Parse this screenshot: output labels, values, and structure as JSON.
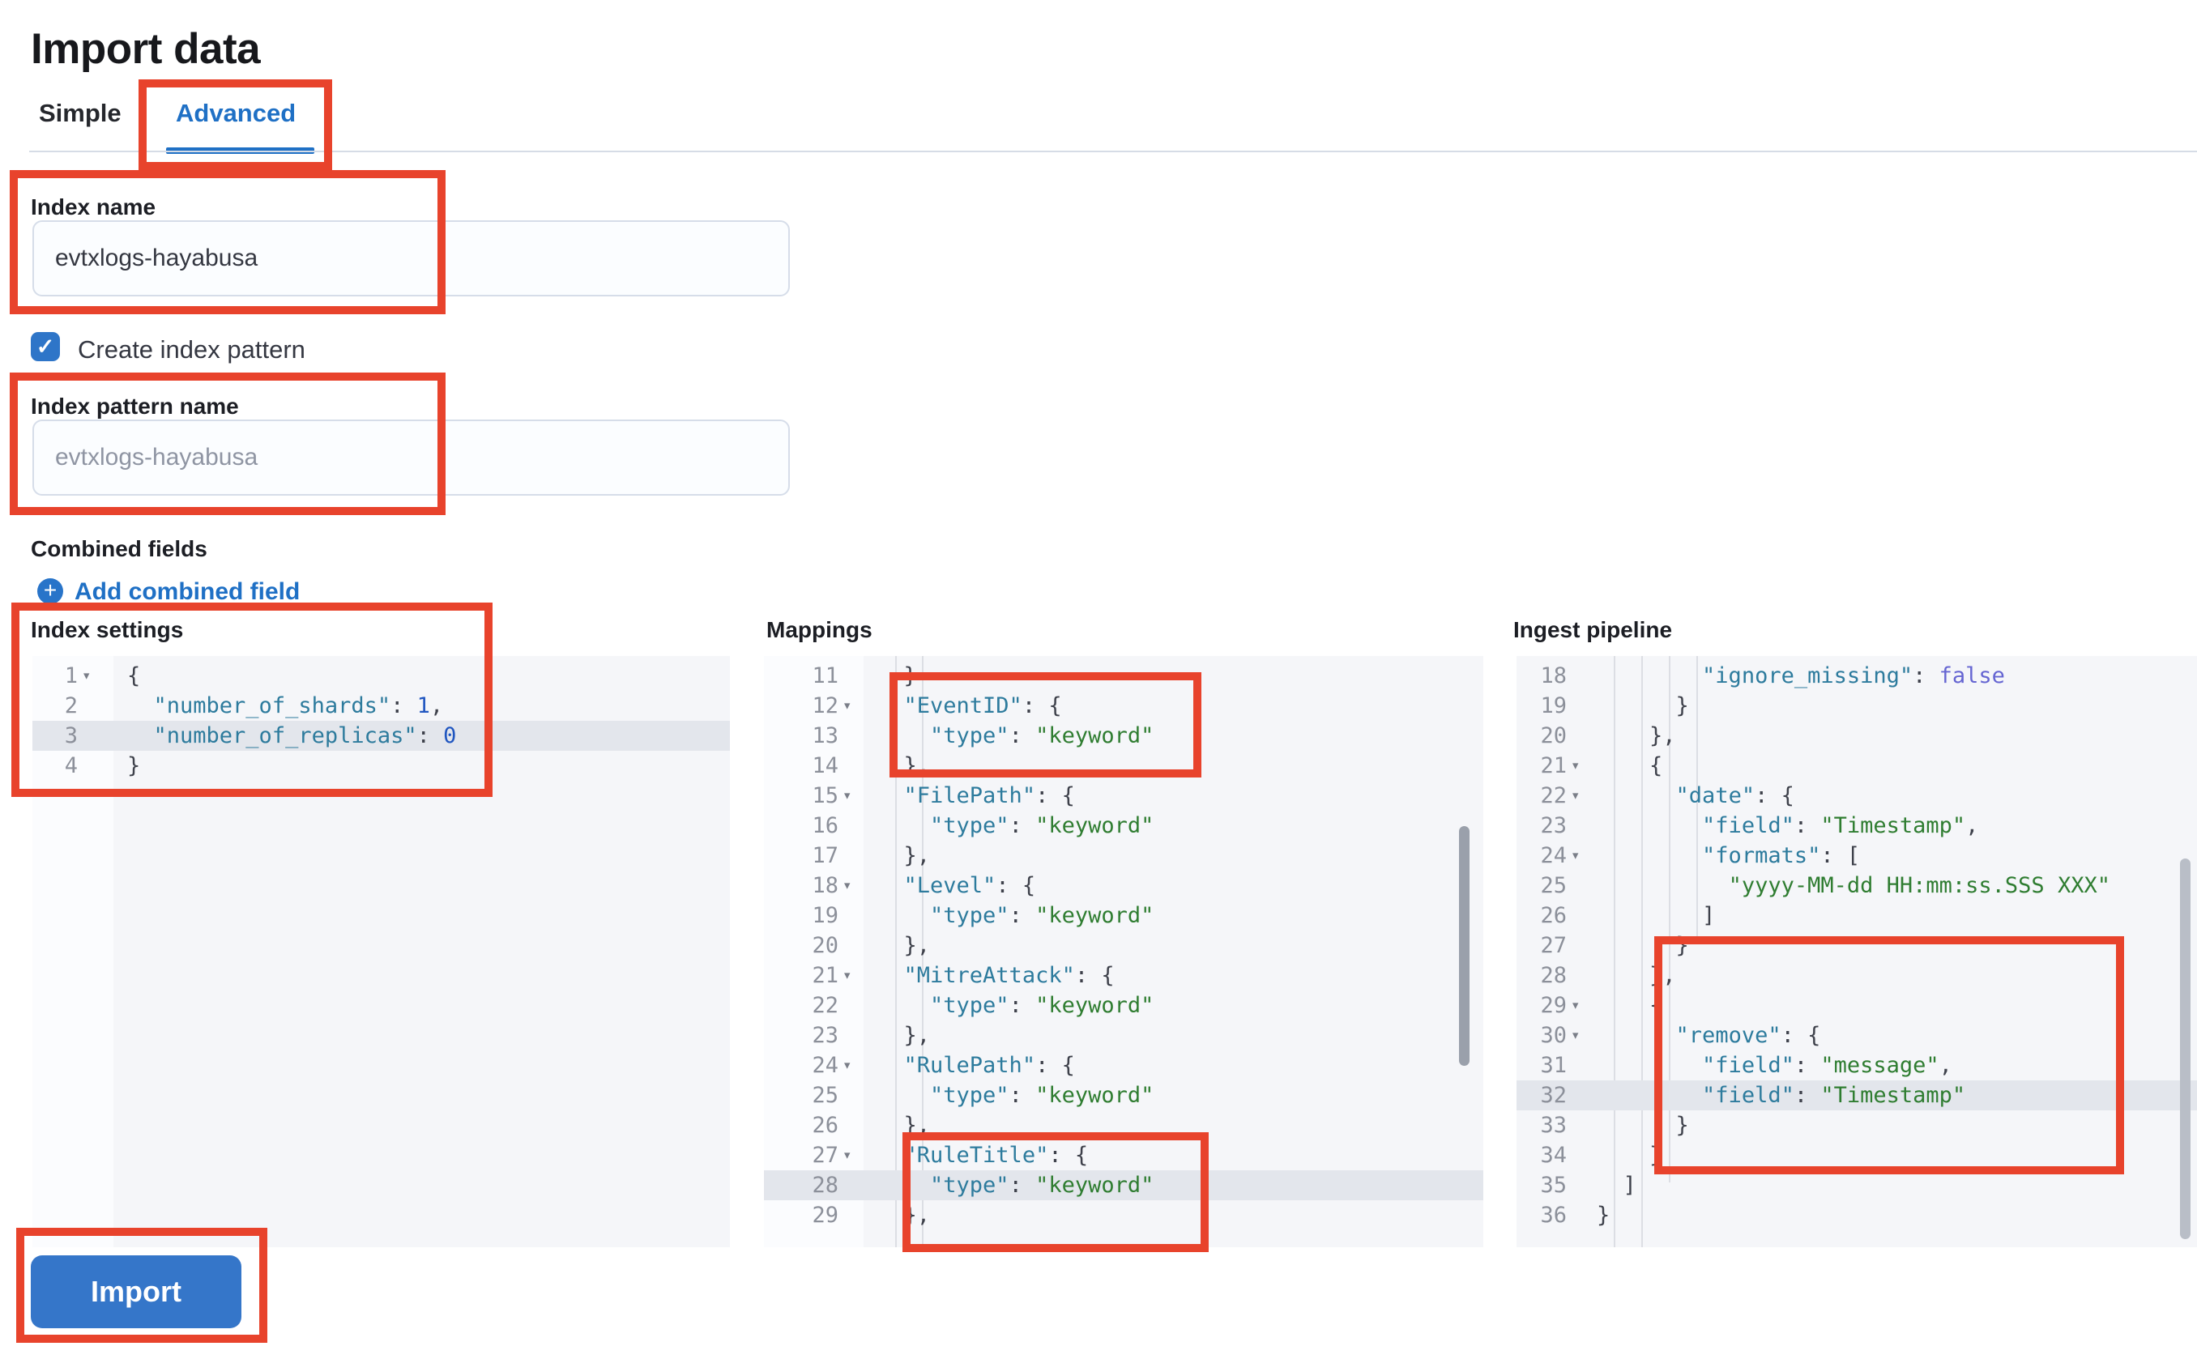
{
  "page": {
    "title": "Import data"
  },
  "tabs": [
    {
      "label": "Simple",
      "active": false
    },
    {
      "label": "Advanced",
      "active": true
    }
  ],
  "form": {
    "index_name": {
      "label": "Index name",
      "value": "evtxlogs-hayabusa"
    },
    "create_index_pattern": {
      "label": "Create index pattern",
      "checked": true,
      "check_glyph": "✓"
    },
    "index_pattern_name": {
      "label": "Index pattern name",
      "placeholder": "evtxlogs-hayabusa"
    },
    "combined_fields_label": "Combined fields",
    "add_combined_field_label": "Add combined field",
    "add_icon_glyph": "+"
  },
  "editors": {
    "index_settings": {
      "label": "Index settings",
      "active_line": 3,
      "lines": [
        {
          "n": 1,
          "fold": true,
          "text": "{"
        },
        {
          "n": 2,
          "fold": false,
          "text": "  \"number_of_shards\": 1,"
        },
        {
          "n": 3,
          "fold": false,
          "text": "  \"number_of_replicas\": 0"
        },
        {
          "n": 4,
          "fold": false,
          "text": "}"
        }
      ]
    },
    "mappings": {
      "label": "Mappings",
      "active_line": 28,
      "lines": [
        {
          "n": 11,
          "fold": false,
          "text": "  }"
        },
        {
          "n": 12,
          "fold": true,
          "text": "  \"EventID\": {"
        },
        {
          "n": 13,
          "fold": false,
          "text": "    \"type\": \"keyword\""
        },
        {
          "n": 14,
          "fold": false,
          "text": "  },"
        },
        {
          "n": 15,
          "fold": true,
          "text": "  \"FilePath\": {"
        },
        {
          "n": 16,
          "fold": false,
          "text": "    \"type\": \"keyword\""
        },
        {
          "n": 17,
          "fold": false,
          "text": "  },"
        },
        {
          "n": 18,
          "fold": true,
          "text": "  \"Level\": {"
        },
        {
          "n": 19,
          "fold": false,
          "text": "    \"type\": \"keyword\""
        },
        {
          "n": 20,
          "fold": false,
          "text": "  },"
        },
        {
          "n": 21,
          "fold": true,
          "text": "  \"MitreAttack\": {"
        },
        {
          "n": 22,
          "fold": false,
          "text": "    \"type\": \"keyword\""
        },
        {
          "n": 23,
          "fold": false,
          "text": "  },"
        },
        {
          "n": 24,
          "fold": true,
          "text": "  \"RulePath\": {"
        },
        {
          "n": 25,
          "fold": false,
          "text": "    \"type\": \"keyword\""
        },
        {
          "n": 26,
          "fold": false,
          "text": "  },"
        },
        {
          "n": 27,
          "fold": true,
          "text": "  \"RuleTitle\": {"
        },
        {
          "n": 28,
          "fold": false,
          "text": "    \"type\": \"keyword\""
        },
        {
          "n": 29,
          "fold": false,
          "text": "  },"
        }
      ]
    },
    "ingest_pipeline": {
      "label": "Ingest pipeline",
      "active_line": 32,
      "lines": [
        {
          "n": 18,
          "fold": false,
          "text": "        \"ignore_missing\": false"
        },
        {
          "n": 19,
          "fold": false,
          "text": "      }"
        },
        {
          "n": 20,
          "fold": false,
          "text": "    },"
        },
        {
          "n": 21,
          "fold": true,
          "text": "    {"
        },
        {
          "n": 22,
          "fold": true,
          "text": "      \"date\": {"
        },
        {
          "n": 23,
          "fold": false,
          "text": "        \"field\": \"Timestamp\","
        },
        {
          "n": 24,
          "fold": true,
          "text": "        \"formats\": ["
        },
        {
          "n": 25,
          "fold": false,
          "text": "          \"yyyy-MM-dd HH:mm:ss.SSS XXX\""
        },
        {
          "n": 26,
          "fold": false,
          "text": "        ]"
        },
        {
          "n": 27,
          "fold": false,
          "text": "      }"
        },
        {
          "n": 28,
          "fold": false,
          "text": "    },"
        },
        {
          "n": 29,
          "fold": true,
          "text": "    {"
        },
        {
          "n": 30,
          "fold": true,
          "text": "      \"remove\": {"
        },
        {
          "n": 31,
          "fold": false,
          "text": "        \"field\": \"message\","
        },
        {
          "n": 32,
          "fold": false,
          "text": "        \"field\": \"Timestamp\""
        },
        {
          "n": 33,
          "fold": false,
          "text": "      }"
        },
        {
          "n": 34,
          "fold": false,
          "text": "    }"
        },
        {
          "n": 35,
          "fold": false,
          "text": "  ]"
        },
        {
          "n": 36,
          "fold": false,
          "text": "}"
        }
      ]
    }
  },
  "import_button": {
    "label": "Import"
  },
  "annotations": {
    "color": "#e8432c",
    "boxes": [
      "advanced-tab",
      "index-name",
      "index-pattern-name",
      "index-settings",
      "eventid-mapping",
      "ruletitle-mapping",
      "remove-processor",
      "import-button"
    ]
  },
  "colors": {
    "primary_blue": "#1f70c5",
    "button_blue": "#3576c9",
    "checkbox_blue": "#2e75c8",
    "annotation_red": "#e8432c",
    "editor_bg": "#f5f6f9",
    "active_line_bg": "#e3e6ec",
    "code_key": "#2d7b9d",
    "code_string": "#2f7d31",
    "code_number": "#2056c0",
    "code_boolean": "#6565d2"
  }
}
